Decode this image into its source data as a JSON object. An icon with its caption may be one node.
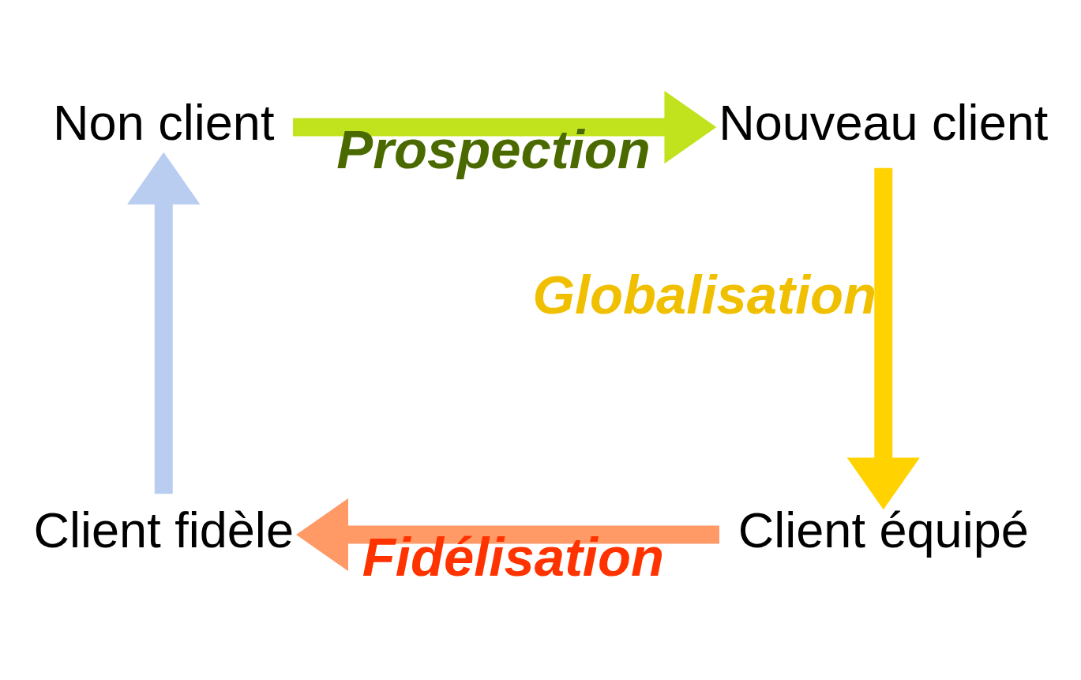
{
  "diagram": {
    "nodes": [
      {
        "text": [
          "Non client"
        ]
      },
      {
        "text": [
          "Nouveau client"
        ]
      },
      {
        "text": [
          "Client équipé"
        ]
      },
      {
        "text": [
          "Client fidèle"
        ]
      }
    ],
    "edges": [
      {
        "from": 0,
        "to": 1,
        "arrow": "to",
        "label": "Prospection",
        "color": "#c0e31e"
      },
      {
        "from": 1,
        "to": 2,
        "arrow": "to",
        "label": "Globalisation",
        "color": "#ffd200"
      },
      {
        "from": 2,
        "to": 3,
        "arrow": "to",
        "label": "Fidélisation",
        "color": "#ff9966"
      },
      {
        "from": 3,
        "to": 0,
        "arrow": "to",
        "color": "#b8cdf0"
      }
    ]
  }
}
